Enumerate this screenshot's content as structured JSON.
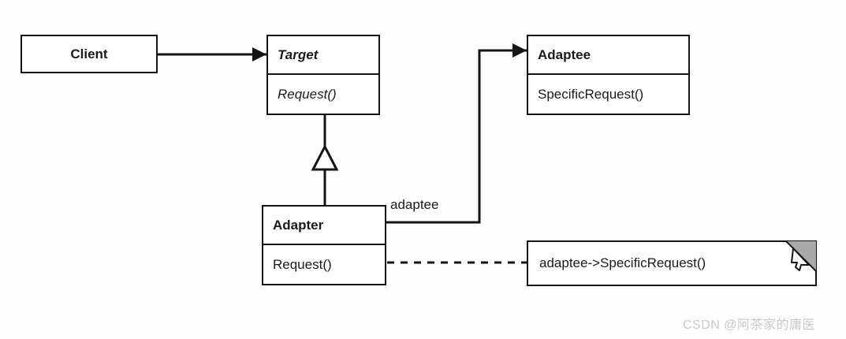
{
  "diagram": {
    "title": "Adapter Pattern (object adapter) UML class diagram",
    "background_color": "#fefefe",
    "line_color": "#141414",
    "text_color": "#1a1a1a",
    "fold_color": "#a9a9a9"
  },
  "classes": {
    "client": {
      "name": "Client",
      "name_style": "bold",
      "name_align": "center",
      "members": []
    },
    "target": {
      "name": "Target",
      "name_style": "bold-italic",
      "name_align": "left",
      "members": [
        {
          "label": "Request()",
          "style": "italic"
        }
      ]
    },
    "adaptee": {
      "name": "Adaptee",
      "name_style": "bold",
      "name_align": "left",
      "members": [
        {
          "label": "SpecificRequest()",
          "style": "normal"
        }
      ]
    },
    "adapter": {
      "name": "Adapter",
      "name_style": "bold",
      "name_align": "left",
      "members": [
        {
          "label": "Request()",
          "style": "normal"
        }
      ]
    }
  },
  "note": {
    "text": "adaptee->SpecificRequest()",
    "has_folded_corner": true,
    "has_cursor_glyph": true
  },
  "relationships": [
    {
      "id": "client-to-target",
      "from": "Client",
      "to": "Target",
      "type": "association",
      "arrowhead": "filled",
      "label": ""
    },
    {
      "id": "adapter-to-target",
      "from": "Adapter",
      "to": "Target",
      "type": "generalization",
      "arrowhead": "hollow-triangle",
      "label": ""
    },
    {
      "id": "adapter-to-adaptee",
      "from": "Adapter",
      "to": "Adaptee",
      "type": "association",
      "arrowhead": "filled",
      "label": "adaptee"
    },
    {
      "id": "request-to-note",
      "from": "Adapter.Request()",
      "to": "note",
      "type": "note-anchor",
      "arrowhead": "circle",
      "label": ""
    }
  ],
  "edge_labels": {
    "adaptee": "adaptee"
  },
  "watermark": {
    "text": "CSDN @阿茶家的庸医"
  }
}
